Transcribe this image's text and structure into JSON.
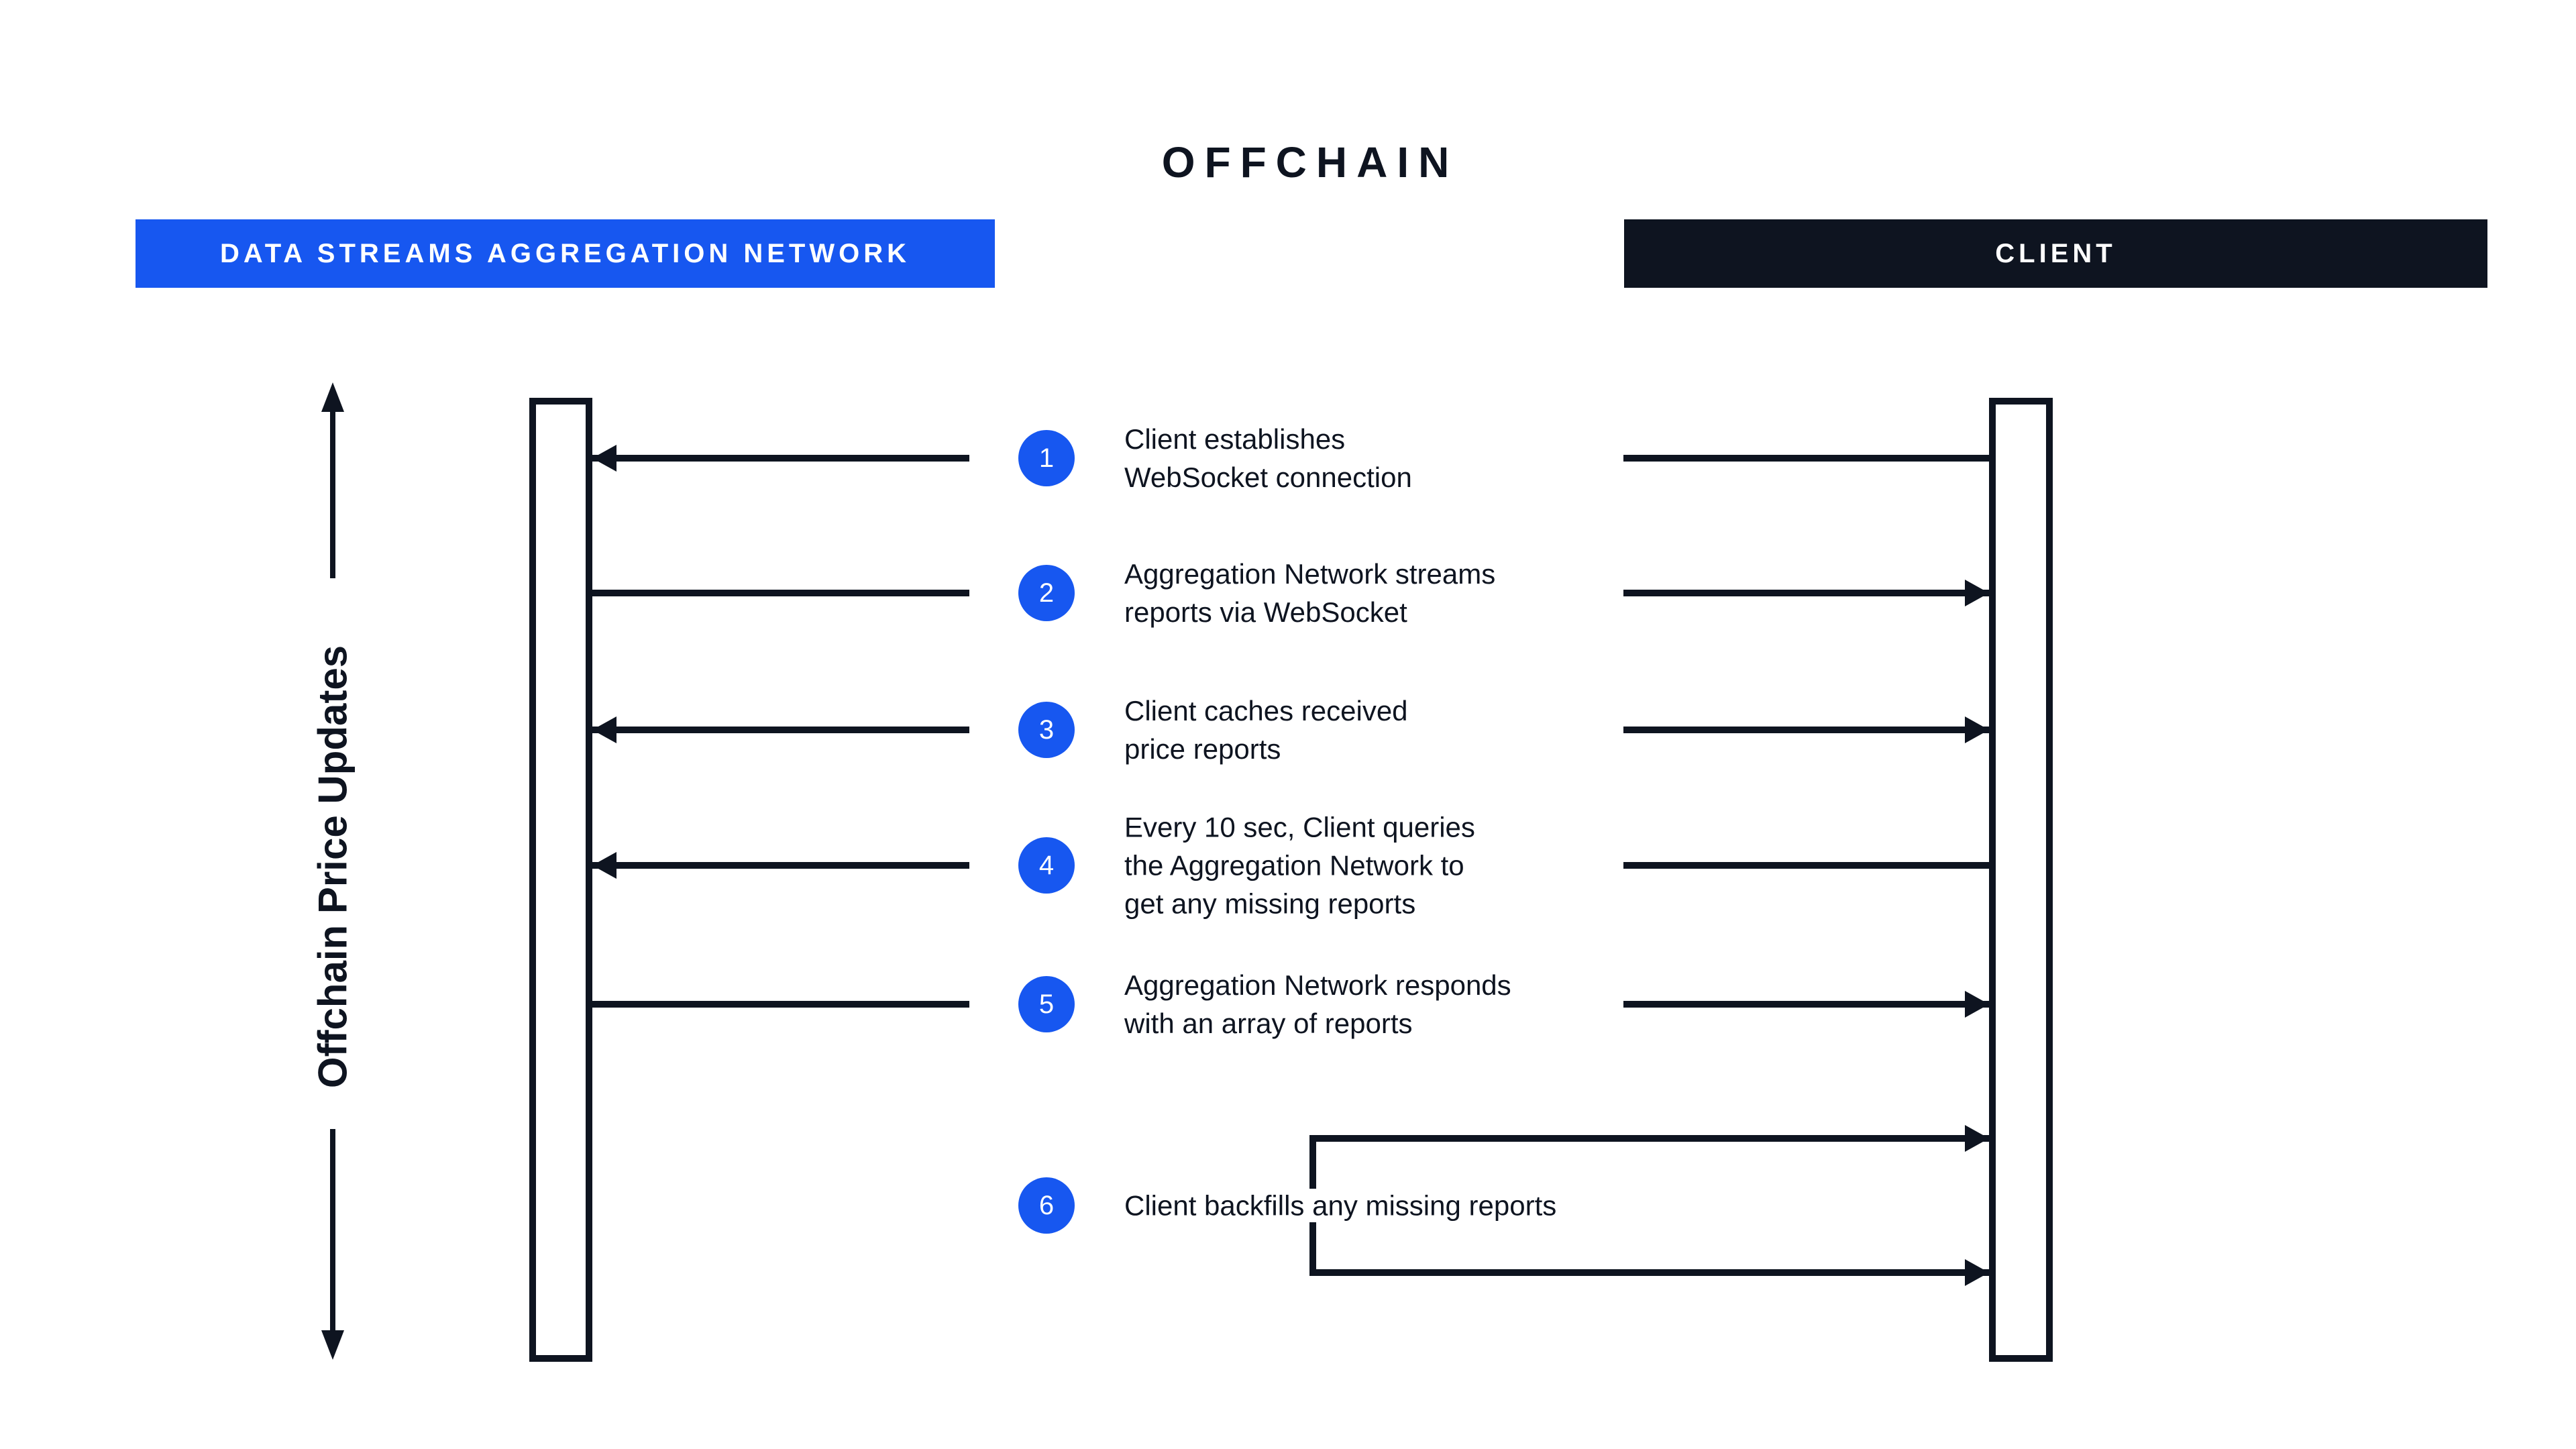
{
  "title": "OFFCHAIN",
  "actors": {
    "network_label": "DATA STREAMS AGGREGATION NETWORK",
    "client_label": "CLIENT"
  },
  "axis": {
    "label": "Offchain Price Updates"
  },
  "steps": [
    {
      "num": "1",
      "text": "Client establishes\nWebSocket connection"
    },
    {
      "num": "2",
      "text": "Aggregation Network streams\nreports via WebSocket"
    },
    {
      "num": "3",
      "text": "Client caches received\nprice reports"
    },
    {
      "num": "4",
      "text": "Every 10 sec, Client queries\nthe Aggregation Network to\nget any missing reports"
    },
    {
      "num": "5",
      "text": "Aggregation Network responds\nwith an array of reports"
    },
    {
      "num": "6",
      "text": "Client backfills any missing reports"
    }
  ],
  "colors": {
    "accent_blue": "#1757F0",
    "ink_dark": "#0E1420",
    "background": "#FFFFFF",
    "text_on_banner": "#FFFFFF"
  }
}
